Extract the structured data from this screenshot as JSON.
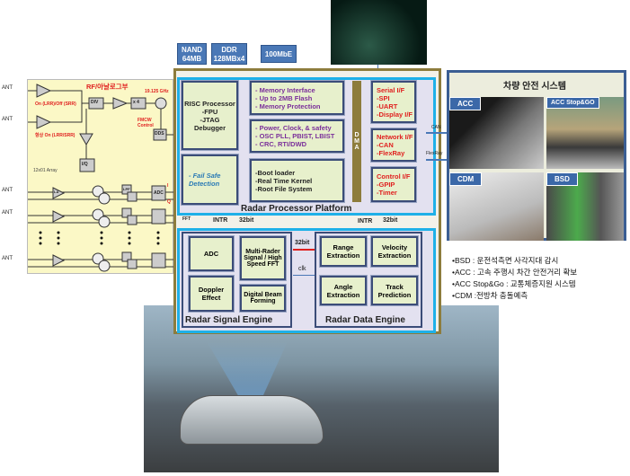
{
  "memory_chips": [
    {
      "label": "NAND 64MB"
    },
    {
      "label": "DDR 128MBx4"
    },
    {
      "label": "100MbE"
    }
  ],
  "rf": {
    "title": "RF/아날로그부",
    "ant": "ANT",
    "onoff": "On (LRR)/Off (SRR)",
    "always_on": "항상 On (LRR/SRR)",
    "div": "DIV",
    "x4": "x 4",
    "freq": "19.125 GHz",
    "fmcw": "FMCW Control",
    "dds": "DDS",
    "iq": "I/Q",
    "array": "12x01 Array",
    "lna": "LA",
    "lpf": "LPF",
    "adc": "ADC",
    "i": "I",
    "q": "Q"
  },
  "processor": {
    "title": "Radar Processor Platform",
    "risc": [
      "RISC Processor",
      "-FPU",
      "-JTAG",
      "Debugger"
    ],
    "failsafe": "- Fail Safe Detection",
    "memory": [
      "- Memory Interface",
      "- Up to 2MB Flash",
      "- Memory Protection"
    ],
    "power": [
      "- Power, Clock, & safety",
      "- OSC PLL, PBIST, LBIST",
      "- CRC, RTI/DWD"
    ],
    "boot": [
      "-Boot loader",
      "-Real Time Kernel",
      "-Root File System"
    ],
    "dma": [
      "D",
      "M",
      "A"
    ],
    "serial": [
      "Serial I/F",
      "-SPI",
      "-UART",
      "-Display I/F"
    ],
    "network": [
      "Network I/F",
      "-CAN",
      "-FlexRay"
    ],
    "control": [
      "Control I/F",
      "-GPIP",
      "-Timer"
    ]
  },
  "bus": {
    "fft": "FFT",
    "intr": "INTR",
    "bit32": "32bit",
    "clk": "clk",
    "can": "CAN",
    "flexray": "FlexRay"
  },
  "signal_engine": {
    "title": "Radar Signal Engine",
    "adc": "ADC",
    "doppler": "Doppler Effect",
    "multi": "Multi-Rader Signal / High Speed FFT",
    "dbf": "Digital Beam Forming"
  },
  "data_engine": {
    "title": "Radar Data Engine",
    "range": "Range Extraction",
    "velocity": "Velocity Extraction",
    "angle": "Angle Extraction",
    "track": "Track Prediction"
  },
  "safety": {
    "title": "차량 안전 시스템",
    "tiles": [
      "ACC",
      "ACC Stop&GO",
      "CDM",
      "BSD"
    ]
  },
  "bullets": [
    "•BSD : 운전석측면 사각지대 감시",
    "•ACC : 고속 주행시 차간 안전거리 확보",
    "•ACC Stop&Go : 교통체증지원 시스템",
    "•CDM :전방차 충돌예측"
  ],
  "colors": {
    "accent_blue": "#1fb0e8",
    "box_fill": "#e7f0cc",
    "red_text": "#e0201f",
    "purple_text": "#7a2f9a",
    "rf_fill": "#fbf8c6"
  }
}
